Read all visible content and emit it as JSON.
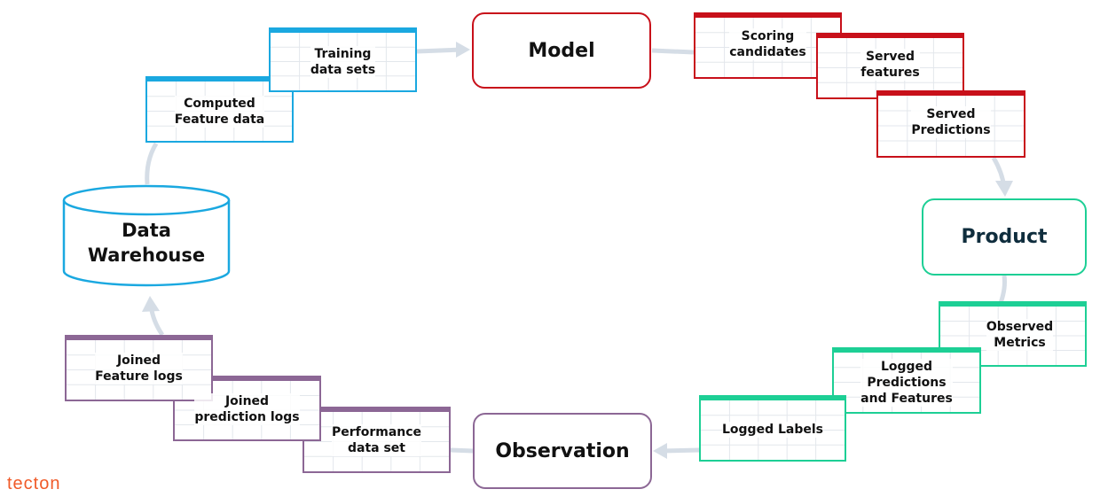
{
  "colors": {
    "blue": "#1aa8e0",
    "red": "#c8101a",
    "green": "#1dcf95",
    "purple": "#8c6795",
    "arrow": "#d5dde6",
    "logo": "#f05a28",
    "product_text": "#0f2d3d"
  },
  "nodes": {
    "model": "Model",
    "product": "Product",
    "observation": "Observation",
    "warehouse_line1": "Data",
    "warehouse_line2": "Warehouse"
  },
  "tables": {
    "training": "Training\ndata sets",
    "computed": "Computed\nFeature data",
    "scoring": "Scoring\ncandidates",
    "served_features": "Served\nfeatures",
    "served_predictions": "Served\nPredictions",
    "observed_metrics": "Observed\nMetrics",
    "logged_predictions": "Logged\nPredictions\nand Features",
    "logged_labels": "Logged Labels",
    "performance": "Performance\ndata set",
    "joined_predictions": "Joined\nprediction logs",
    "joined_features": "Joined\nFeature logs"
  },
  "logo": "tecton"
}
